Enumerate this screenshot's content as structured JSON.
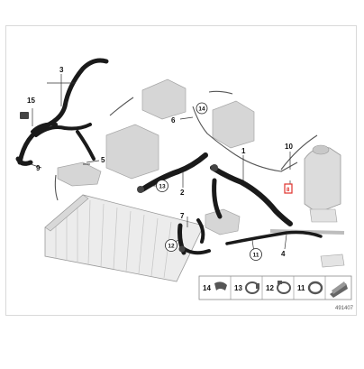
{
  "labels": {
    "p1": "1",
    "p2": "2",
    "p3": "3",
    "p4": "4",
    "p5": "5",
    "p6": "6",
    "p7": "7",
    "p8": "8",
    "p9": "9",
    "p10": "10",
    "p11": "11",
    "p12": "12",
    "p13": "13",
    "p14": "14",
    "p15": "15"
  },
  "legend": {
    "c14": "14",
    "c13": "13",
    "c12": "12",
    "c11": "11"
  },
  "figure_number": "491407",
  "colors": {
    "hose": "#1a1a1a",
    "part_gray": "#cfcfcf",
    "line": "#333333",
    "highlight": "#e0312b"
  }
}
